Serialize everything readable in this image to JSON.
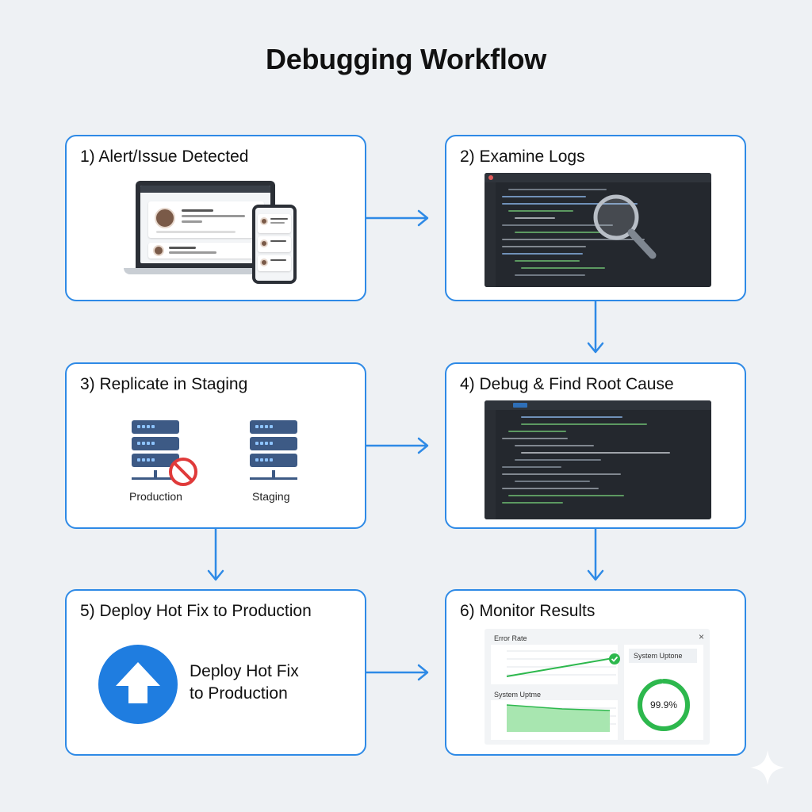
{
  "title": "Debugging Workflow",
  "steps": [
    {
      "label": "1) Alert/Issue Detected"
    },
    {
      "label": "2) Examine Logs"
    },
    {
      "label": "3) Replicate in Staging"
    },
    {
      "label": "4) Debug & Find Root Cause"
    },
    {
      "label": "5) Deploy Hot Fix to Production"
    },
    {
      "label": "6) Monitor Results"
    }
  ],
  "replicate": {
    "production_label": "Production",
    "staging_label": "Staging"
  },
  "deploy": {
    "line1": "Deploy Hot Fix",
    "line2": "to Production"
  },
  "monitor": {
    "error_rate_label": "Error Rate",
    "system_uptime_label": "System Uptme",
    "uptime_panel_label": "System Uptone",
    "uptime_value": "99.9%",
    "uptime_fraction": 0.999
  },
  "colors": {
    "accent": "#2e8ae6",
    "success": "#2db84d",
    "server": "#3d5a85",
    "error": "#e03a3a"
  },
  "icons": [
    "magnifier-icon",
    "server-rack-icon",
    "no-entry-icon",
    "upload-arrow-icon",
    "check-icon",
    "close-icon"
  ]
}
